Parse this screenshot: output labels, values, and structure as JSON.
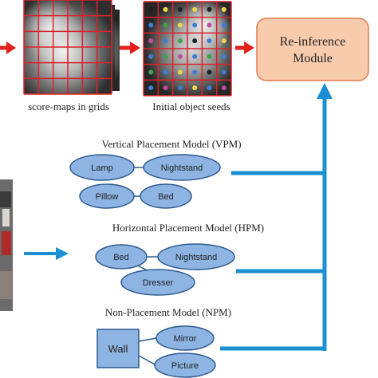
{
  "captions": {
    "score_maps": "score-maps in grids",
    "initial_seeds": "Initial object seeds"
  },
  "reinference": {
    "line1": "Re-inference",
    "line2": "Module"
  },
  "vpm": {
    "title": "Vertical Placement Model (VPM)",
    "nodes": [
      "Lamp",
      "Nightstand",
      "Pillow",
      "Bed"
    ]
  },
  "hpm": {
    "title": "Horizontal Placement Model (HPM)",
    "nodes": [
      "Bed",
      "Nightstand",
      "Dresser"
    ]
  },
  "npm": {
    "title": "Non-Placement Model (NPM)",
    "nodes": [
      "Wall",
      "Mirror",
      "Picture"
    ]
  },
  "colors": {
    "node_fill": "#8db4e2",
    "node_stroke": "#2f5b8f",
    "arrow_blue": "#1a8fd1",
    "arrow_red": "#e3201b",
    "module_fill": "#f8cbad",
    "module_stroke": "#e07b4f",
    "grid_red": "#d8232a"
  },
  "seed_dot_colors": [
    "#1f1f1f",
    "#f2d649",
    "#3d7dd8",
    "#c04c9b",
    "#3fa24a"
  ]
}
